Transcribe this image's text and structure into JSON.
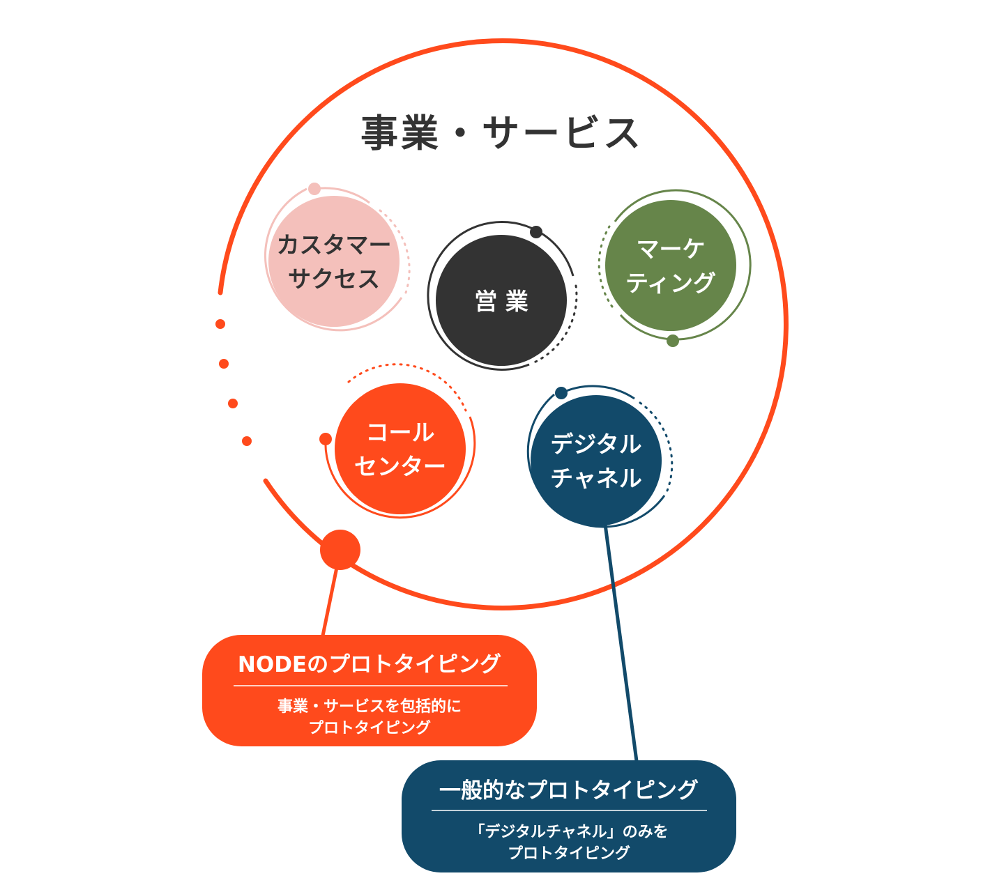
{
  "colors": {
    "orange": "#ff4a1c",
    "dark": "#333333",
    "pink": "#f4c0bb",
    "pink_accent": "#efc4c1",
    "green": "#66854a",
    "navy": "#124a6a",
    "white": "#ffffff"
  },
  "main_circle": {
    "title": "事業・サービス"
  },
  "nodes": {
    "customer_success": {
      "line1": "カスタマー",
      "line2": "サクセス"
    },
    "sales": {
      "line1": "営 業"
    },
    "marketing": {
      "line1": "マーケ",
      "line2": "ティング"
    },
    "call_center": {
      "line1": "コール",
      "line2": "センター"
    },
    "digital_channel": {
      "line1": "デジタル",
      "line2": "チャネル"
    }
  },
  "callouts": {
    "node": {
      "title": "NODEのプロトタイピング",
      "desc1": "事業・サービスを包括的に",
      "desc2": "プロトタイピング"
    },
    "general": {
      "title": "一般的なプロトタイピング",
      "desc1": "「デジタルチャネル」のみを",
      "desc2": "プロトタイピング"
    }
  }
}
